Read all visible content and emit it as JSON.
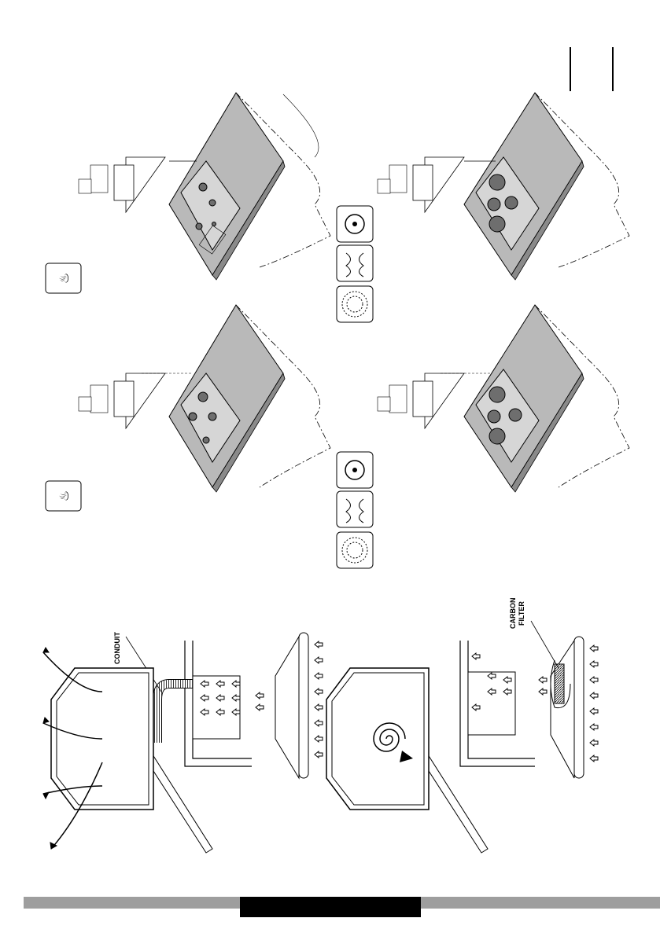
{
  "labels": {
    "conduit": "CONDUIT",
    "carbon": "CARBON",
    "filter": "FILTER"
  },
  "icons": {
    "gas_hob": "gas-flame-icon",
    "ring": "solid-plate-icon",
    "spiral": "radiant-coil-icon",
    "fan": "halogen-zone-icon"
  },
  "colors": {
    "worktop": "#b9b9b9",
    "worktop_edge": "#8a8a8a",
    "hob_plate": "#d6d6d6",
    "burner": "#6e6e6e",
    "footer_bar": "#9e9e9e",
    "footer_block": "#000000"
  }
}
